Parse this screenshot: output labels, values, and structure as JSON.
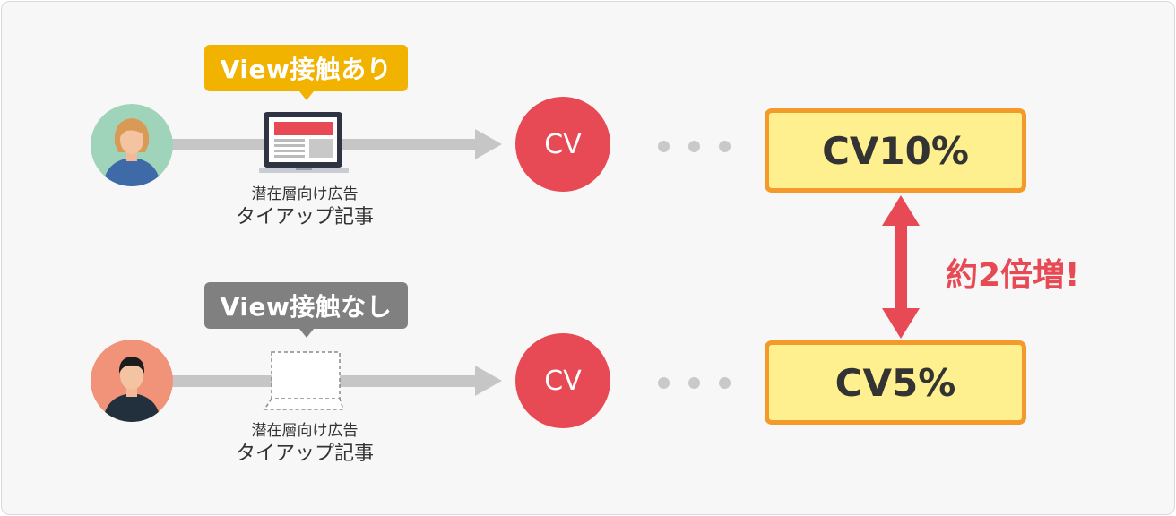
{
  "rows": [
    {
      "bubble_label": "View接触あり",
      "bubble_color": "#f2b200",
      "caption_line1": "潜在層向け広告",
      "caption_line2": "タイアップ記事",
      "cv_label": "CV",
      "result_label": "CV10%",
      "device": "laptop-icon"
    },
    {
      "bubble_label": "View接触なし",
      "bubble_color": "#808080",
      "caption_line1": "潜在層向け広告",
      "caption_line2": "タイアップ記事",
      "cv_label": "CV",
      "result_label": "CV5%",
      "device": "empty-laptop-placeholder"
    }
  ],
  "comparison_label": "約2倍増!",
  "colors": {
    "accent_red": "#e84a55",
    "result_fill": "#fff08f",
    "result_border": "#f39a2a",
    "connector_gray": "#c6c6c6"
  }
}
